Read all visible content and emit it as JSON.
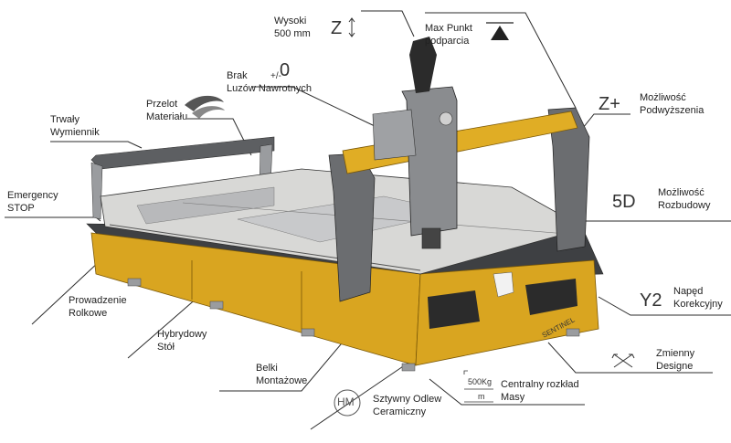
{
  "brand_plate": "SENTINEL",
  "features": {
    "height": {
      "symbol": "Z",
      "line1": "Wysoki",
      "line2": "500 mm"
    },
    "max_point": {
      "line1": "Max Punkt",
      "line2": "podparcia"
    },
    "backlash": {
      "value": "0",
      "prefix": "+/-",
      "line1": "Brak",
      "line2": "Luzów Nawrotnych"
    },
    "material_pass": {
      "line1": "Przelot",
      "line2": "Materiału"
    },
    "exchanger": {
      "line1": "Trwały",
      "line2": "Wymiennik"
    },
    "raise": {
      "symbol": "Z+",
      "line1": "Możliwość",
      "line2": "Podwyższenia"
    },
    "emergency": {
      "line1": "Emergency",
      "line2": "STOP"
    },
    "expansion": {
      "symbol": "5D",
      "line1": "Możliwość",
      "line2": "Rozbudowy"
    },
    "rollers": {
      "line1": "Prowadzenie",
      "line2": "Rolkowe"
    },
    "drive": {
      "symbol": "Y2",
      "line1": "Napęd",
      "line2": "Korekcyjny"
    },
    "table": {
      "line1": "Hybrydowy",
      "line2": "Stół"
    },
    "design": {
      "line1": "Zmienny",
      "line2": "Designe"
    },
    "beams": {
      "line1": "Belki",
      "line2": "Montażowe"
    },
    "mass": {
      "icon_top": "500Kg",
      "icon_bottom": "m",
      "line1": "Centralny rozkład",
      "line2": "Masy"
    },
    "casting": {
      "symbol": "HM",
      "line1": "Sztywny Odlew",
      "line2": "Ceramiczny"
    }
  },
  "colors": {
    "frame": "#d9a520",
    "frame_dark": "#8a6410",
    "steel": "#5d5f62",
    "steel_light": "#a9abae",
    "bed": "#d8d8d6",
    "line": "#2b2b2b"
  }
}
